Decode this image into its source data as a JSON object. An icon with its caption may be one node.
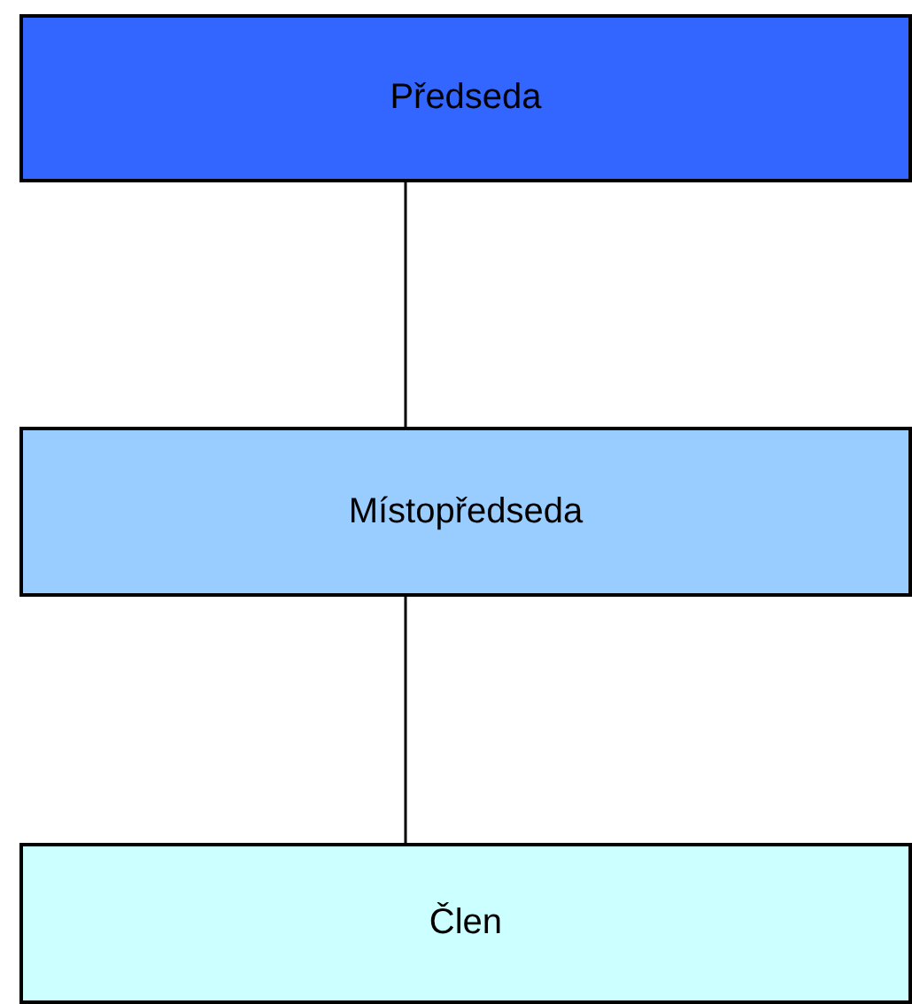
{
  "diagram": {
    "nodes": [
      {
        "text": [
          "Předseda"
        ]
      },
      {
        "text": [
          "Místopředseda"
        ]
      },
      {
        "text": [
          "Člen"
        ]
      }
    ],
    "edges": [
      {
        "from": 0,
        "to": 1,
        "arrow": "none"
      },
      {
        "from": 1,
        "to": 2,
        "arrow": "none"
      }
    ]
  }
}
